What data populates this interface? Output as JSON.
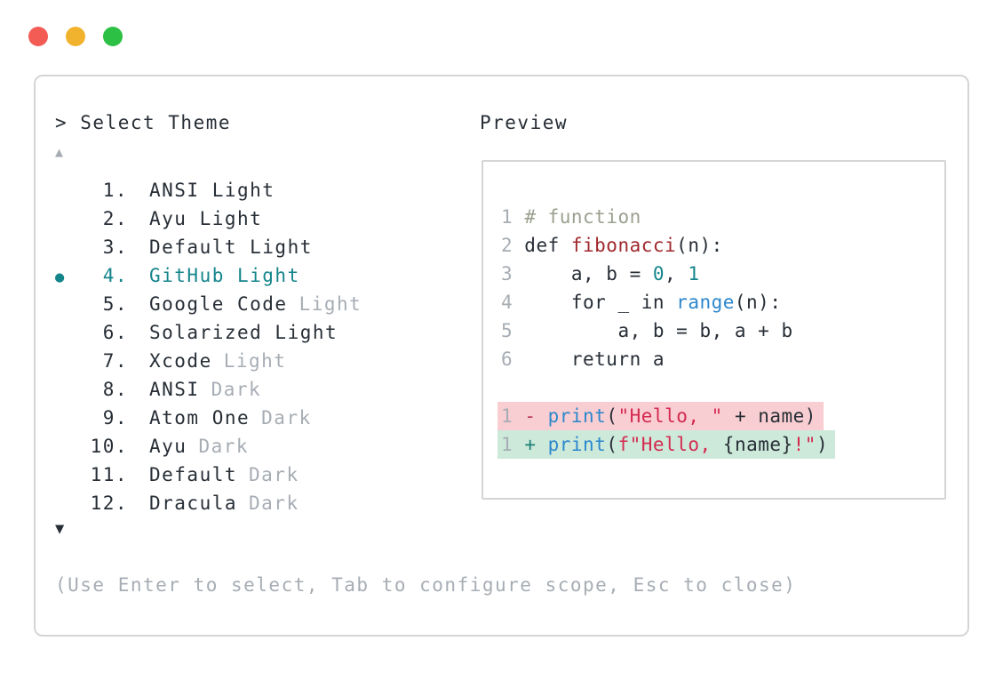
{
  "palette": {
    "dark": "#272e36",
    "gray": "#a7adb4",
    "teal": "#15858c",
    "comment": "#9aa08f",
    "funcred": "#a0282c",
    "blue": "#2d87cc",
    "crimson": "#d42a50",
    "minus": "#bf3a5f",
    "plus": "#1f8076",
    "diff_red_bg": "#f9ced2",
    "diff_green_bg": "#cde9da",
    "border": "#d5d5d5",
    "traffic_red": "#f25c54",
    "traffic_yellow": "#f1b32e",
    "traffic_green": "#2cc144"
  },
  "window": {
    "traffic_lights": [
      {
        "name": "close",
        "color_key": "traffic_red"
      },
      {
        "name": "minimize",
        "color_key": "traffic_yellow"
      },
      {
        "name": "zoom",
        "color_key": "traffic_green"
      }
    ]
  },
  "selector": {
    "title": "> Select Theme",
    "up_arrow": "▲",
    "down_arrow": "▼",
    "bullet": "●",
    "items": [
      {
        "num": "1.",
        "name": "ANSI Light",
        "suffix": "",
        "selected": false
      },
      {
        "num": "2.",
        "name": "Ayu Light",
        "suffix": "",
        "selected": false
      },
      {
        "num": "3.",
        "name": "Default Light",
        "suffix": "",
        "selected": false
      },
      {
        "num": "4.",
        "name": "GitHub Light",
        "suffix": "",
        "selected": true
      },
      {
        "num": "5.",
        "name": "Google Code",
        "suffix": "Light",
        "selected": false
      },
      {
        "num": "6.",
        "name": "Solarized Light",
        "suffix": "",
        "selected": false
      },
      {
        "num": "7.",
        "name": "Xcode",
        "suffix": "Light",
        "selected": false
      },
      {
        "num": "8.",
        "name": "ANSI",
        "suffix": "Dark",
        "selected": false
      },
      {
        "num": "9.",
        "name": "Atom One",
        "suffix": "Dark",
        "selected": false
      },
      {
        "num": "10.",
        "name": "Ayu",
        "suffix": "Dark",
        "selected": false
      },
      {
        "num": "11.",
        "name": "Default",
        "suffix": "Dark",
        "selected": false
      },
      {
        "num": "12.",
        "name": "Dracula",
        "suffix": "Dark",
        "selected": false
      }
    ],
    "hint": "(Use Enter to select, Tab to configure scope, Esc to close)"
  },
  "preview": {
    "label": "Preview",
    "code_lines": [
      {
        "diff": null,
        "tokens": [
          [
            "g",
            "1"
          ],
          [
            "d",
            " "
          ],
          [
            "cm",
            "# function"
          ]
        ]
      },
      {
        "diff": null,
        "tokens": [
          [
            "g",
            "2"
          ],
          [
            "d",
            " def "
          ],
          [
            "fn",
            "fibonacci"
          ],
          [
            "d",
            "(n):"
          ]
        ]
      },
      {
        "diff": null,
        "tokens": [
          [
            "g",
            "3"
          ],
          [
            "d",
            "     a, b = "
          ],
          [
            "tl",
            "0"
          ],
          [
            "d",
            ", "
          ],
          [
            "tl",
            "1"
          ]
        ]
      },
      {
        "diff": null,
        "tokens": [
          [
            "g",
            "4"
          ],
          [
            "d",
            "     for _ in "
          ],
          [
            "bl",
            "range"
          ],
          [
            "d",
            "(n):"
          ]
        ]
      },
      {
        "diff": null,
        "tokens": [
          [
            "g",
            "5"
          ],
          [
            "d",
            "         a, b = b, a + b"
          ]
        ]
      },
      {
        "diff": null,
        "tokens": [
          [
            "g",
            "6"
          ],
          [
            "d",
            "     return a"
          ]
        ]
      },
      {
        "diff": null,
        "tokens": []
      },
      {
        "diff": "removed",
        "tokens": [
          [
            "g",
            "1"
          ],
          [
            "d",
            " "
          ],
          [
            "mn",
            "-"
          ],
          [
            "d",
            " "
          ],
          [
            "bl",
            "print"
          ],
          [
            "d",
            "("
          ],
          [
            "cr",
            "\"Hello, \""
          ],
          [
            "d",
            " + name)"
          ]
        ]
      },
      {
        "diff": "added",
        "tokens": [
          [
            "g",
            "1"
          ],
          [
            "d",
            " "
          ],
          [
            "pl",
            "+"
          ],
          [
            "d",
            " "
          ],
          [
            "bl",
            "print"
          ],
          [
            "d",
            "("
          ],
          [
            "cr",
            "f\"Hello, "
          ],
          [
            "d",
            "{name}"
          ],
          [
            "cr",
            "!\""
          ],
          [
            "d",
            ")"
          ]
        ]
      }
    ]
  }
}
